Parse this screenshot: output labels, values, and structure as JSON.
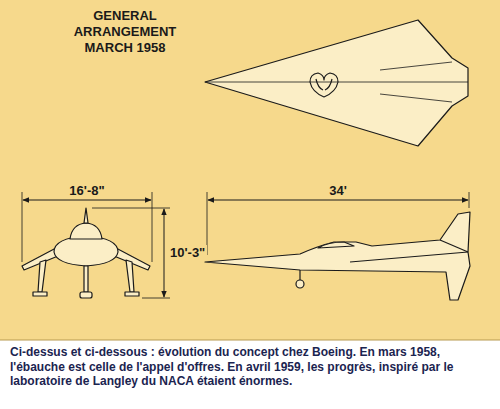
{
  "diagram": {
    "title": "GENERAL ARRANGEMENT MARCH 1958",
    "caption": "Ci-dessus et ci-dessous : évolution du concept chez Boeing. En mars 1958, l'ébauche est celle de l'appel d'offres. En avril 1959, les progrès, inspiré par le laboratoire de Langley du NACA étaient énormes.",
    "labels": [
      "16'-8\"",
      "10'-3\"",
      "34'"
    ]
  }
}
